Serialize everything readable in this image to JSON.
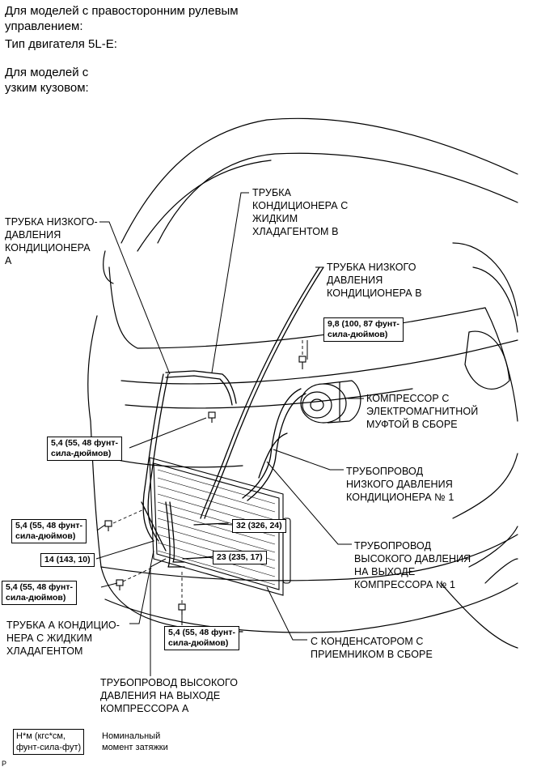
{
  "header": {
    "line1": "Для моделей с правосторонним рулевым",
    "line2": "управлением:",
    "line3": "Тип двигателя 5L-E:",
    "line4": "Для моделей с",
    "line5": "узким кузовом:"
  },
  "labels": {
    "lp_tube_a": [
      "ТРУБКА НИЗКОГО-",
      "ДАВЛЕНИЯ",
      "КОНДИЦИОНЕРА",
      "А"
    ],
    "liquid_tube_b": [
      "ТРУБКА",
      "КОНДИЦИОНЕРА С",
      "ЖИДКИМ",
      "ХЛАДАГЕНТОМ В"
    ],
    "lp_tube_b": [
      "ТРУБКА НИЗКОГО",
      "ДАВЛЕНИЯ",
      "КОНДИЦИОНЕРА В"
    ],
    "compressor": [
      "КОМПРЕССОР С",
      "ЭЛЕКТРОМАГНИТНОЙ",
      "МУФТОЙ В СБОРЕ"
    ],
    "lp_pipe_1": [
      "ТРУБОПРОВОД",
      "НИЗКОГО ДАВЛЕНИЯ",
      "КОНДИЦИОНЕРА № 1"
    ],
    "hp_pipe_1": [
      "ТРУБОПРОВОД",
      "ВЫСОКОГО ДАВЛЕНИЯ",
      "НА ВЫХОДЕ",
      "КОМПРЕССОРА № 1"
    ],
    "condenser": [
      "С КОНДЕНСАТОРОМ С",
      "ПРИЕМНИКОМ В СБОРЕ"
    ],
    "liquid_tube_a": [
      "ТРУБКА А КОНДИЦИО-",
      "НЕРА С ЖИДКИМ",
      "ХЛАДАГЕНТОМ"
    ],
    "hp_pipe_a": [
      "ТРУБОПРОВОД ВЫСОКОГО",
      "ДАВЛЕНИЯ НА ВЫХОДЕ",
      "КОМПРЕССОРА А"
    ]
  },
  "torques": {
    "t1": [
      "9,8 (100, 87 фунт-",
      "сила-дюймов)"
    ],
    "t2": [
      "5,4 (55, 48 фунт-",
      "сила-дюймов)"
    ],
    "t3": [
      "5,4 (55, 48 фунт-",
      "сила-дюймов)"
    ],
    "t4": [
      "32 (326, 24)"
    ],
    "t5": [
      "14 (143, 10)"
    ],
    "t6": [
      "23 (235, 17)"
    ],
    "t7": [
      "5,4 (55, 48 фунт-",
      "сила-дюймов)"
    ],
    "t8": [
      "5,4 (55, 48 фунт-",
      "сила-дюймов)"
    ]
  },
  "legend": {
    "box": [
      "Н*м (кгс*см,",
      "фунт-сила-фут)"
    ],
    "text": [
      "Номинальный",
      "момент затяжки"
    ]
  },
  "footer_mark": "P"
}
